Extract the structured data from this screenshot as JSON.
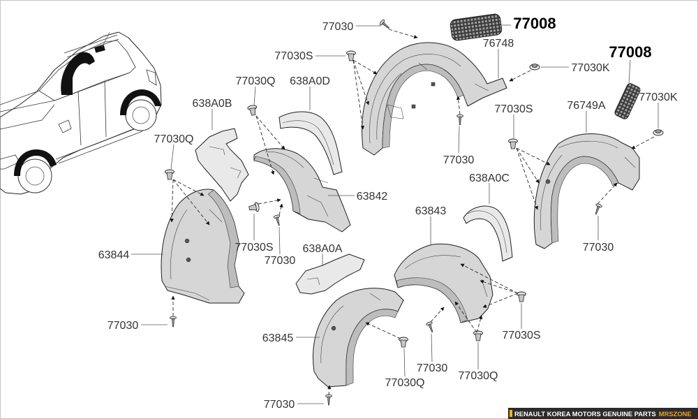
{
  "diagram": {
    "callouts": [
      {
        "part_no": "77030"
      },
      {
        "part_no": "77008"
      },
      {
        "part_no": "77030S"
      },
      {
        "part_no": "76748"
      },
      {
        "part_no": "77008"
      },
      {
        "part_no": "77030K"
      },
      {
        "part_no": "77030Q"
      },
      {
        "part_no": "638A0D"
      },
      {
        "part_no": "638A0B"
      },
      {
        "part_no": "77030S"
      },
      {
        "part_no": "76749A"
      },
      {
        "part_no": "77030K"
      },
      {
        "part_no": "77030Q"
      },
      {
        "part_no": "77030"
      },
      {
        "part_no": "638A0C"
      },
      {
        "part_no": "63842"
      },
      {
        "part_no": "63843"
      },
      {
        "part_no": "77030S"
      },
      {
        "part_no": "77030"
      },
      {
        "part_no": "63844"
      },
      {
        "part_no": "77030"
      },
      {
        "part_no": "638A0A"
      },
      {
        "part_no": "77030"
      },
      {
        "part_no": "77030S"
      },
      {
        "part_no": "63845"
      },
      {
        "part_no": "77030"
      },
      {
        "part_no": "77030Q"
      },
      {
        "part_no": "77030Q"
      },
      {
        "part_no": "77030"
      }
    ]
  },
  "footer": {
    "brand_text": "RENAULT KOREA MOTORS GENUINE PARTS",
    "site_name": "MRSZONE"
  },
  "colors": {
    "part_fill": "#d6d6d6",
    "line": "#333333",
    "footer_bg": "#2b2b2b",
    "footer_text": "#ffffff",
    "footer_accent": "#f2a516"
  }
}
